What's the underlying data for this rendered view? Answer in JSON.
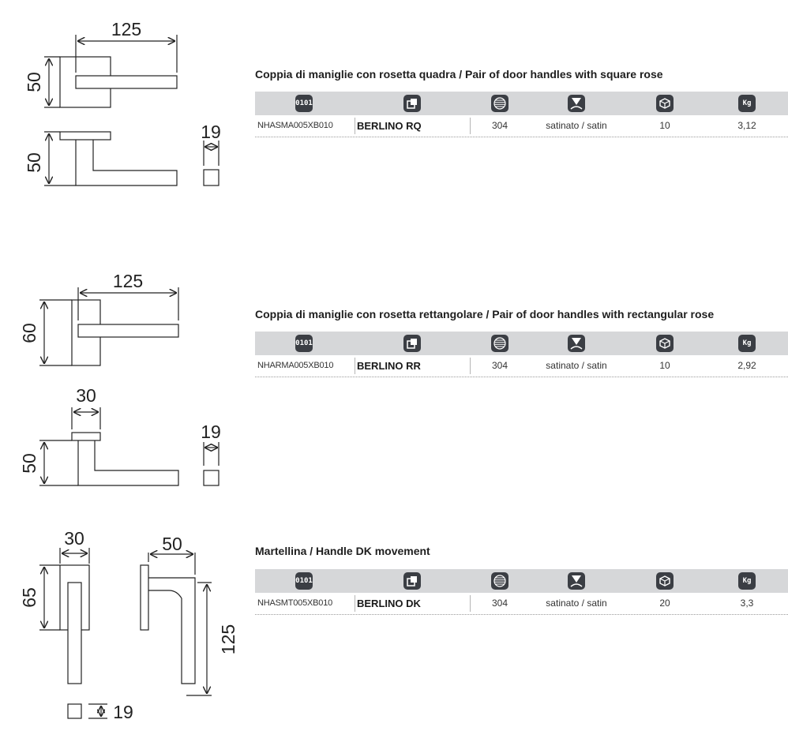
{
  "sections": [
    {
      "title": "Coppia di maniglie con rosetta quadra / Pair of door handles with square rose",
      "code": "NHASMA005XB010",
      "name": "BERLINO RQ",
      "material": "304",
      "finish": "satinato / satin",
      "qty": "10",
      "weight": "3,12",
      "dims": {
        "length": "125",
        "rose_h": "50",
        "height": "50",
        "bar": "19"
      }
    },
    {
      "title": "Coppia di maniglie con rosetta rettangolare / Pair of door handles with rectangular rose",
      "code": "NHARMA005XB010",
      "name": "BERLINO RR",
      "material": "304",
      "finish": "satinato / satin",
      "qty": "10",
      "weight": "2,92",
      "dims": {
        "length": "125",
        "rose_h": "60",
        "rose_w": "30",
        "height": "50",
        "bar": "19"
      }
    },
    {
      "title": "Martellina / Handle DK movement",
      "code": "NHASMT005XB010",
      "name": "BERLINO DK",
      "material": "304",
      "finish": "satinato / satin",
      "qty": "20",
      "weight": "3,3",
      "dims": {
        "rose_w": "30",
        "rose_h": "65",
        "depth": "50",
        "length": "125",
        "bar": "19"
      }
    }
  ],
  "header_icons": [
    "code-icon",
    "model-icon",
    "material-icon",
    "finish-icon",
    "package-icon",
    "weight-icon"
  ],
  "icon_text": {
    "code": "0101",
    "weight": "Kg"
  },
  "colors": {
    "header_bg": "#d6d7d9",
    "icon_bg": "#3b3e44",
    "line": "#222222"
  }
}
